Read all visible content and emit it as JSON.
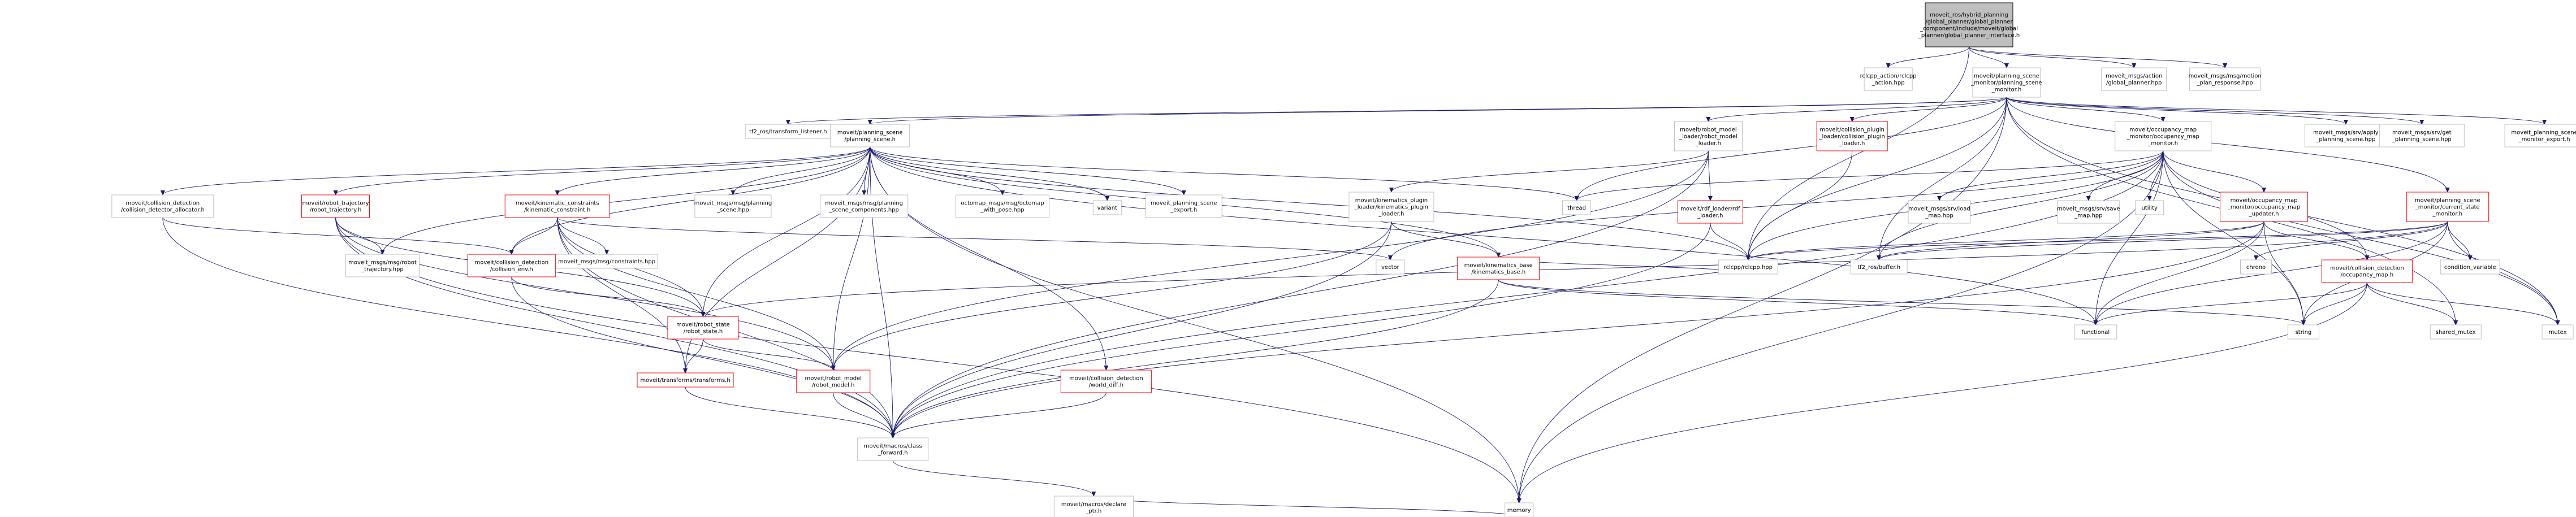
{
  "colors": {
    "default_border": "#bfbfbf",
    "missing_border": "#ff0000",
    "root_fill": "#bfbfbf",
    "root_border": "#000000",
    "edge": "#191970"
  },
  "nodes": [
    {
      "id": "root",
      "lines": [
        "moveit_ros/hybrid_planning",
        "/global_planner/global_planner",
        "_component/include/moveit/global",
        "_planner/global_planner_interface.h"
      ],
      "kind": "root"
    },
    {
      "id": "rclcpp_action",
      "lines": [
        "rclcpp_action/rclcpp",
        "_action.hpp"
      ],
      "kind": "default"
    },
    {
      "id": "psm",
      "lines": [
        "moveit/planning_scene",
        "_monitor/planning_scene",
        "_monitor.h"
      ],
      "kind": "default"
    },
    {
      "id": "msgs_gp",
      "lines": [
        "moveit_msgs/action",
        "/global_planner.hpp"
      ],
      "kind": "default"
    },
    {
      "id": "msgs_mpr",
      "lines": [
        "moveit_msgs/msg/motion",
        "_plan_response.hpp"
      ],
      "kind": "default"
    },
    {
      "id": "tf2_listener",
      "lines": [
        "tf2_ros/transform_listener.h"
      ],
      "kind": "default"
    },
    {
      "id": "ps",
      "lines": [
        "moveit/planning_scene",
        "/planning_scene.h"
      ],
      "kind": "default"
    },
    {
      "id": "rml",
      "lines": [
        "moveit/robot_model",
        "_loader/robot_model",
        "_loader.h"
      ],
      "kind": "default"
    },
    {
      "id": "cpl",
      "lines": [
        "moveit/collision_plugin",
        "_loader/collision_plugin",
        "_loader.h"
      ],
      "kind": "missing"
    },
    {
      "id": "omm",
      "lines": [
        "moveit/occupancy_map",
        "_monitor/occupancy_map",
        "_monitor.h"
      ],
      "kind": "default"
    },
    {
      "id": "srv_aps",
      "lines": [
        "moveit_msgs/srv/apply",
        "_planning_scene.hpp"
      ],
      "kind": "default"
    },
    {
      "id": "srv_gps",
      "lines": [
        "moveit_msgs/srv/get",
        "_planning_scene.hpp"
      ],
      "kind": "default"
    },
    {
      "id": "psm_export",
      "lines": [
        "moveit_planning_scene",
        "_monitor_export.h"
      ],
      "kind": "default"
    },
    {
      "id": "cdalloc",
      "lines": [
        "moveit/collision_detection",
        "/collision_detector_allocator.h"
      ],
      "kind": "default"
    },
    {
      "id": "rtraj",
      "lines": [
        "moveit/robot_trajectory",
        "/robot_trajectory.h"
      ],
      "kind": "missing"
    },
    {
      "id": "kc",
      "lines": [
        "moveit/kinematic_constraints",
        "/kinematic_constraint.h"
      ],
      "kind": "missing"
    },
    {
      "id": "msgs_ps",
      "lines": [
        "moveit_msgs/msg/planning",
        "_scene.hpp"
      ],
      "kind": "default"
    },
    {
      "id": "msgs_psc",
      "lines": [
        "moveit_msgs/msg/planning",
        "_scene_components.hpp"
      ],
      "kind": "default"
    },
    {
      "id": "octomap",
      "lines": [
        "octomap_msgs/msg/octomap",
        "_with_pose.hpp"
      ],
      "kind": "default"
    },
    {
      "id": "variant",
      "lines": [
        "variant"
      ],
      "kind": "default"
    },
    {
      "id": "ps_export",
      "lines": [
        "moveit_planning_scene",
        "_export.h"
      ],
      "kind": "default"
    },
    {
      "id": "thread",
      "lines": [
        "thread"
      ],
      "kind": "default"
    },
    {
      "id": "kpl",
      "lines": [
        "moveit/kinematics_plugin",
        "_loader/kinematics_plugin",
        "_loader.h"
      ],
      "kind": "default"
    },
    {
      "id": "rdf",
      "lines": [
        "moveit/rdf_loader/rdf",
        "_loader.h"
      ],
      "kind": "missing"
    },
    {
      "id": "srv_load",
      "lines": [
        "moveit_msgs/srv/load",
        "_map.hpp"
      ],
      "kind": "default"
    },
    {
      "id": "srv_save",
      "lines": [
        "moveit_msgs/srv/save",
        "_map.hpp"
      ],
      "kind": "default"
    },
    {
      "id": "utility",
      "lines": [
        "utility"
      ],
      "kind": "default"
    },
    {
      "id": "omu",
      "lines": [
        "moveit/occupancy_map",
        "_monitor/occupancy_map",
        "_updater.h"
      ],
      "kind": "missing"
    },
    {
      "id": "csm",
      "lines": [
        "moveit/planning_scene",
        "_monitor/current_state",
        "_monitor.h"
      ],
      "kind": "missing"
    },
    {
      "id": "msgs_rt",
      "lines": [
        "moveit_msgs/msg/robot",
        "_trajectory.hpp"
      ],
      "kind": "default"
    },
    {
      "id": "msgs_con",
      "lines": [
        "moveit_msgs/msg/constraints.hpp"
      ],
      "kind": "default"
    },
    {
      "id": "cenv",
      "lines": [
        "moveit/collision_detection",
        "/collision_env.h"
      ],
      "kind": "missing"
    },
    {
      "id": "vector",
      "lines": [
        "vector"
      ],
      "kind": "default"
    },
    {
      "id": "rclcpp",
      "lines": [
        "rclcpp/rclcpp.hpp"
      ],
      "kind": "default"
    },
    {
      "id": "tf2_buffer",
      "lines": [
        "tf2_ros/buffer.h"
      ],
      "kind": "default"
    },
    {
      "id": "kbase",
      "lines": [
        "moveit/kinematics_base",
        "/kinematics_base.h"
      ],
      "kind": "missing"
    },
    {
      "id": "chrono",
      "lines": [
        "chrono"
      ],
      "kind": "default"
    },
    {
      "id": "condvar",
      "lines": [
        "condition_variable"
      ],
      "kind": "default"
    },
    {
      "id": "occmap",
      "lines": [
        "moveit/collision_detection",
        "/occupancy_map.h"
      ],
      "kind": "missing"
    },
    {
      "id": "rstate",
      "lines": [
        "moveit/robot_state",
        "/robot_state.h"
      ],
      "kind": "missing"
    },
    {
      "id": "functional",
      "lines": [
        "functional"
      ],
      "kind": "default"
    },
    {
      "id": "string",
      "lines": [
        "string"
      ],
      "kind": "default"
    },
    {
      "id": "shared_mutex",
      "lines": [
        "shared_mutex"
      ],
      "kind": "default"
    },
    {
      "id": "mutex",
      "lines": [
        "mutex"
      ],
      "kind": "default"
    },
    {
      "id": "transforms",
      "lines": [
        "moveit/transforms/transforms.h"
      ],
      "kind": "missing"
    },
    {
      "id": "rmodel",
      "lines": [
        "moveit/robot_model",
        "/robot_model.h"
      ],
      "kind": "missing"
    },
    {
      "id": "wdiff",
      "lines": [
        "moveit/collision_detection",
        "/world_diff.h"
      ],
      "kind": "missing"
    },
    {
      "id": "cfwd",
      "lines": [
        "moveit/macros/class",
        "_forward.h"
      ],
      "kind": "default"
    },
    {
      "id": "declptr",
      "lines": [
        "moveit/macros/declare",
        "_ptr.h"
      ],
      "kind": "default"
    },
    {
      "id": "memory",
      "lines": [
        "memory"
      ],
      "kind": "default"
    }
  ],
  "edges": [
    [
      "root",
      "rclcpp_action"
    ],
    [
      "root",
      "psm"
    ],
    [
      "root",
      "msgs_gp"
    ],
    [
      "root",
      "msgs_mpr"
    ],
    [
      "root",
      "rclcpp"
    ],
    [
      "psm",
      "tf2_listener"
    ],
    [
      "psm",
      "ps"
    ],
    [
      "psm",
      "rml"
    ],
    [
      "psm",
      "cpl"
    ],
    [
      "psm",
      "omm"
    ],
    [
      "psm",
      "srv_aps"
    ],
    [
      "psm",
      "srv_gps"
    ],
    [
      "psm",
      "psm_export"
    ],
    [
      "psm",
      "thread"
    ],
    [
      "psm",
      "rclcpp"
    ],
    [
      "psm",
      "tf2_buffer"
    ],
    [
      "psm",
      "csm"
    ],
    [
      "psm",
      "mutex"
    ],
    [
      "psm",
      "shared_mutex"
    ],
    [
      "psm",
      "memory"
    ],
    [
      "ps",
      "cdalloc"
    ],
    [
      "ps",
      "rtraj"
    ],
    [
      "ps",
      "kc"
    ],
    [
      "ps",
      "msgs_ps"
    ],
    [
      "ps",
      "msgs_psc"
    ],
    [
      "ps",
      "octomap"
    ],
    [
      "ps",
      "variant"
    ],
    [
      "ps",
      "ps_export"
    ],
    [
      "ps",
      "thread"
    ],
    [
      "ps",
      "rclcpp"
    ],
    [
      "ps",
      "memory"
    ],
    [
      "ps",
      "cenv"
    ],
    [
      "ps",
      "rstate"
    ],
    [
      "ps",
      "transforms"
    ],
    [
      "ps",
      "rmodel"
    ],
    [
      "ps",
      "wdiff"
    ],
    [
      "ps",
      "cfwd"
    ],
    [
      "ps",
      "functional"
    ],
    [
      "ps",
      "msgs_rt"
    ],
    [
      "ps",
      "kbase"
    ],
    [
      "rml",
      "kpl"
    ],
    [
      "rml",
      "rdf"
    ],
    [
      "rml",
      "rmodel"
    ],
    [
      "rml",
      "cfwd"
    ],
    [
      "cpl",
      "rclcpp"
    ],
    [
      "omm",
      "srv_load"
    ],
    [
      "omm",
      "srv_save"
    ],
    [
      "omm",
      "utility"
    ],
    [
      "omm",
      "omu"
    ],
    [
      "omm",
      "occmap"
    ],
    [
      "omm",
      "vector"
    ],
    [
      "omm",
      "rclcpp"
    ],
    [
      "omm",
      "tf2_buffer"
    ],
    [
      "omm",
      "functional"
    ],
    [
      "omm",
      "string"
    ],
    [
      "omm",
      "mutex"
    ],
    [
      "omm",
      "memory"
    ],
    [
      "omm",
      "thread"
    ],
    [
      "omm",
      "cfwd"
    ],
    [
      "cdalloc",
      "cenv"
    ],
    [
      "cdalloc",
      "cfwd"
    ],
    [
      "rtraj",
      "msgs_rt"
    ],
    [
      "rtraj",
      "rstate"
    ],
    [
      "rtraj",
      "rmodel"
    ],
    [
      "rtraj",
      "cfwd"
    ],
    [
      "rtraj",
      "memory"
    ],
    [
      "kc",
      "msgs_con"
    ],
    [
      "kc",
      "cenv"
    ],
    [
      "kc",
      "rstate"
    ],
    [
      "kc",
      "rmodel"
    ],
    [
      "kc",
      "cfwd"
    ],
    [
      "kc",
      "vector"
    ],
    [
      "kc",
      "transforms"
    ],
    [
      "kpl",
      "kbase"
    ],
    [
      "kpl",
      "rmodel"
    ],
    [
      "kpl",
      "cfwd"
    ],
    [
      "rdf",
      "rclcpp"
    ],
    [
      "rdf",
      "cfwd"
    ],
    [
      "omu",
      "occmap"
    ],
    [
      "omu",
      "rclcpp"
    ],
    [
      "omu",
      "functional"
    ],
    [
      "omu",
      "string"
    ],
    [
      "omu",
      "tf2_buffer"
    ],
    [
      "omu",
      "cfwd"
    ],
    [
      "csm",
      "rstate"
    ],
    [
      "csm",
      "rclcpp"
    ],
    [
      "csm",
      "chrono"
    ],
    [
      "csm",
      "condvar"
    ],
    [
      "csm",
      "tf2_buffer"
    ],
    [
      "csm",
      "functional"
    ],
    [
      "csm",
      "string"
    ],
    [
      "csm",
      "mutex"
    ],
    [
      "cenv",
      "rstate"
    ],
    [
      "cenv",
      "cfwd"
    ],
    [
      "kbase",
      "rclcpp"
    ],
    [
      "kbase",
      "string"
    ],
    [
      "kbase",
      "cfwd"
    ],
    [
      "kbase",
      "functional"
    ],
    [
      "occmap",
      "functional"
    ],
    [
      "occmap",
      "string"
    ],
    [
      "occmap",
      "shared_mutex"
    ],
    [
      "occmap",
      "mutex"
    ],
    [
      "occmap",
      "memory"
    ],
    [
      "rstate",
      "transforms"
    ],
    [
      "rstate",
      "rmodel"
    ],
    [
      "transforms",
      "cfwd"
    ],
    [
      "rmodel",
      "cfwd"
    ],
    [
      "wdiff",
      "cfwd"
    ],
    [
      "cfwd",
      "declptr"
    ],
    [
      "declptr",
      "memory"
    ]
  ]
}
